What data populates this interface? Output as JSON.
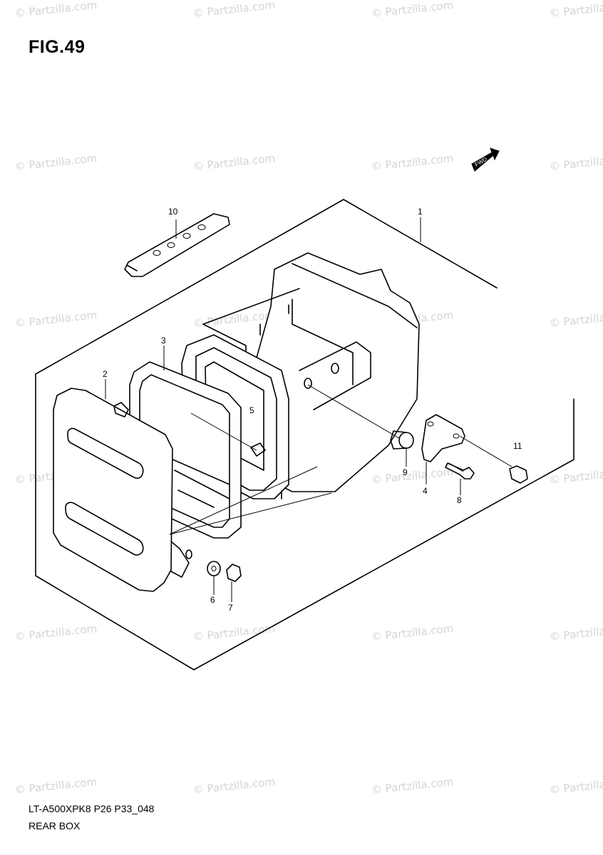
{
  "figure": {
    "title": "FIG.49",
    "code": "LT-A500XPK8 P26 P33_048",
    "name": "REAR BOX"
  },
  "watermark": {
    "text": "© Partzilla.com",
    "color": "#d4d4d4"
  },
  "callouts": [
    "1",
    "2",
    "3",
    "4",
    "5",
    "6",
    "7",
    "8",
    "9",
    "10",
    "11"
  ],
  "direction_label": "FWD"
}
